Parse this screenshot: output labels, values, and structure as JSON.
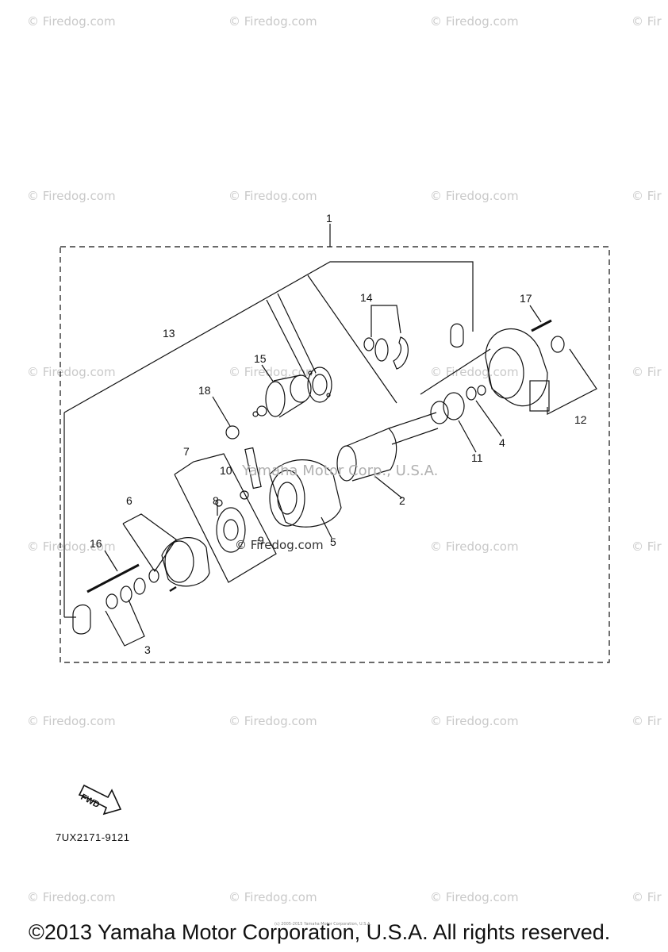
{
  "watermark": "© Firedog.com",
  "watermark_edge": "© Fir",
  "middle_watermark_1": "Yamaha Motor Corp., U.S.A.",
  "middle_watermark_2": "© Firedog.com",
  "callouts": {
    "c1": "1",
    "c2": "2",
    "c3": "3",
    "c4": "4",
    "c5": "5",
    "c6": "6",
    "c7": "7",
    "c8": "8",
    "c9": "9",
    "c10": "10",
    "c11": "11",
    "c12": "12",
    "c13": "13",
    "c14": "14",
    "c15": "15",
    "c16": "16",
    "c17": "17",
    "c18": "18"
  },
  "fwd_label": "FWD",
  "part_number": "7UX2171-9121",
  "copyright": "©2013 Yamaha Motor Corporation, U.S.A. All rights reserved.",
  "tiny_copyright": "(c) 2005-2015 Yamaha Motor Corporation, U.S.A."
}
